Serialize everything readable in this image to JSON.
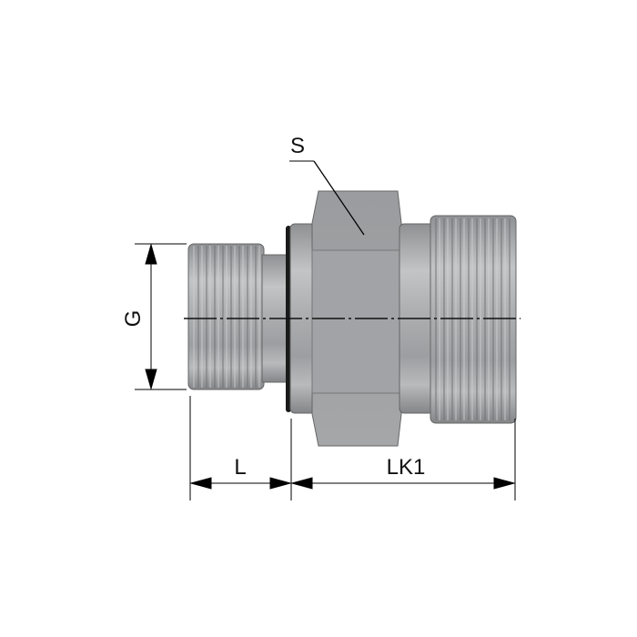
{
  "labels": {
    "s": "S",
    "g": "G",
    "l": "L",
    "lk1": "LK1"
  },
  "colors": {
    "metal": "#a9abad",
    "metal_dark": "#7d7f82",
    "outline": "#555555",
    "dimension": "#000000"
  }
}
